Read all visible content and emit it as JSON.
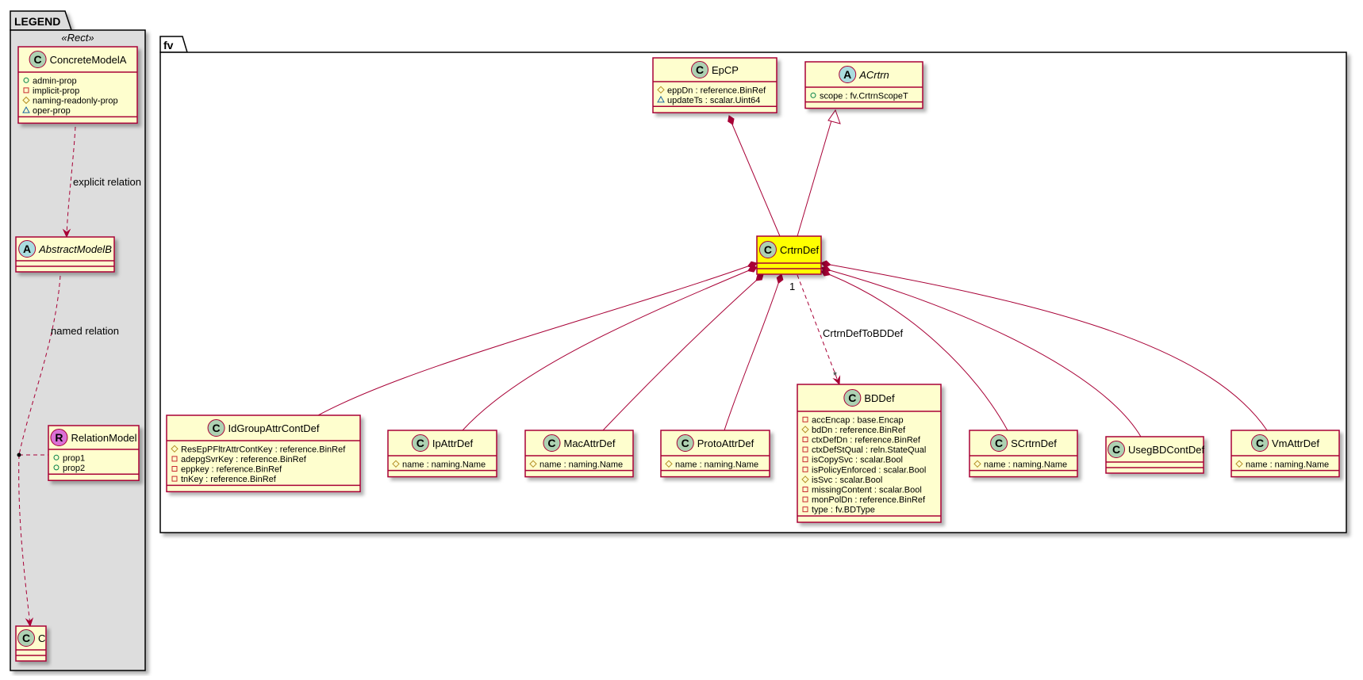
{
  "legend": {
    "package_name": "LEGEND",
    "stereotype": "«Rect»"
  },
  "package": {
    "name": "fv"
  },
  "colors": {
    "class_fill": "#FEFECE",
    "border": "#A80036",
    "highlight_fill": "#FFFF00",
    "legend_fill": "#DDDDDD",
    "class_icon": "#ADD1B2",
    "abstract_icon": "#A9DCDF",
    "relation_icon": "#DA70D6"
  },
  "classes": [
    {
      "id": "ConcreteModelA",
      "name": "ConcreteModelA",
      "kind": "C",
      "attributes": [
        {
          "vis": "public",
          "text": "admin-prop"
        },
        {
          "vis": "private",
          "text": "implicit-prop"
        },
        {
          "vis": "protected",
          "text": "naming-readonly-prop"
        },
        {
          "vis": "package",
          "text": "oper-prop"
        }
      ]
    },
    {
      "id": "AbstractModelB",
      "name": "AbstractModelB",
      "kind": "A",
      "italic": true,
      "attributes": []
    },
    {
      "id": "RelationModel",
      "name": "RelationModel",
      "kind": "R",
      "attributes": [
        {
          "vis": "public",
          "text": "prop1"
        },
        {
          "vis": "public",
          "text": "prop2"
        }
      ]
    },
    {
      "id": "C",
      "name": "C",
      "kind": "C",
      "attributes": []
    },
    {
      "id": "EpCP",
      "name": "EpCP",
      "kind": "C",
      "attributes": [
        {
          "vis": "protected",
          "text": "eppDn : reference.BinRef"
        },
        {
          "vis": "package",
          "text": "updateTs : scalar.Uint64"
        }
      ]
    },
    {
      "id": "ACrtrn",
      "name": "ACrtrn",
      "kind": "A",
      "italic": true,
      "attributes": [
        {
          "vis": "public",
          "text": "scope : fv.CrtrnScopeT"
        }
      ]
    },
    {
      "id": "CrtrnDef",
      "name": "CrtrnDef",
      "kind": "C",
      "highlight": true,
      "attributes": []
    },
    {
      "id": "IdGroupAttrContDef",
      "name": "IdGroupAttrContDef",
      "kind": "C",
      "attributes": [
        {
          "vis": "protected",
          "text": "ResEpPFltrAttrContKey : reference.BinRef"
        },
        {
          "vis": "private",
          "text": "adepgSvrKey : reference.BinRef"
        },
        {
          "vis": "private",
          "text": "eppkey : reference.BinRef"
        },
        {
          "vis": "private",
          "text": "tnKey : reference.BinRef"
        }
      ]
    },
    {
      "id": "IpAttrDef",
      "name": "IpAttrDef",
      "kind": "C",
      "attributes": [
        {
          "vis": "protected",
          "text": "name : naming.Name"
        }
      ]
    },
    {
      "id": "MacAttrDef",
      "name": "MacAttrDef",
      "kind": "C",
      "attributes": [
        {
          "vis": "protected",
          "text": "name : naming.Name"
        }
      ]
    },
    {
      "id": "ProtoAttrDef",
      "name": "ProtoAttrDef",
      "kind": "C",
      "attributes": [
        {
          "vis": "protected",
          "text": "name : naming.Name"
        }
      ]
    },
    {
      "id": "BDDef",
      "name": "BDDef",
      "kind": "C",
      "attributes": [
        {
          "vis": "private",
          "text": "accEncap : base.Encap"
        },
        {
          "vis": "protected",
          "text": "bdDn : reference.BinRef"
        },
        {
          "vis": "private",
          "text": "ctxDefDn : reference.BinRef"
        },
        {
          "vis": "private",
          "text": "ctxDefStQual : reln.StateQual"
        },
        {
          "vis": "private",
          "text": "isCopySvc : scalar.Bool"
        },
        {
          "vis": "private",
          "text": "isPolicyEnforced : scalar.Bool"
        },
        {
          "vis": "protected",
          "text": "isSvc : scalar.Bool"
        },
        {
          "vis": "private",
          "text": "missingContent : scalar.Bool"
        },
        {
          "vis": "private",
          "text": "monPolDn : reference.BinRef"
        },
        {
          "vis": "private",
          "text": "type : fv.BDType"
        }
      ]
    },
    {
      "id": "SCrtrnDef",
      "name": "SCrtrnDef",
      "kind": "C",
      "attributes": [
        {
          "vis": "protected",
          "text": "name : naming.Name"
        }
      ]
    },
    {
      "id": "UsegBDContDef",
      "name": "UsegBDContDef",
      "kind": "C",
      "attributes": []
    },
    {
      "id": "VmAttrDef",
      "name": "VmAttrDef",
      "kind": "C",
      "attributes": [
        {
          "vis": "protected",
          "text": "name : naming.Name"
        }
      ]
    }
  ],
  "relations": [
    {
      "id": "explicit",
      "from": "ConcreteModelA",
      "to": "AbstractModelB",
      "type": "dependency",
      "label": "explicit relation"
    },
    {
      "id": "named",
      "from": "AbstractModelB",
      "to": "C",
      "type": "association-class",
      "label": "named relation",
      "assoc": "RelationModel"
    },
    {
      "id": "epcp",
      "from": "EpCP",
      "to": "CrtrnDef",
      "type": "composition"
    },
    {
      "id": "acrtrn",
      "from": "ACrtrn",
      "to": "CrtrnDef",
      "type": "inheritance"
    },
    {
      "id": "idgroup",
      "from": "CrtrnDef",
      "to": "IdGroupAttrContDef",
      "type": "composition"
    },
    {
      "id": "ip",
      "from": "CrtrnDef",
      "to": "IpAttrDef",
      "type": "composition"
    },
    {
      "id": "mac",
      "from": "CrtrnDef",
      "to": "MacAttrDef",
      "type": "composition"
    },
    {
      "id": "proto",
      "from": "CrtrnDef",
      "to": "ProtoAttrDef",
      "type": "composition"
    },
    {
      "id": "bd",
      "from": "CrtrnDef",
      "to": "BDDef",
      "type": "dependency",
      "label": "CrtrnDefToBDDef",
      "from_mult": "1",
      "to_mult": "*"
    },
    {
      "id": "scrtrn",
      "from": "CrtrnDef",
      "to": "SCrtrnDef",
      "type": "composition"
    },
    {
      "id": "useg",
      "from": "CrtrnDef",
      "to": "UsegBDContDef",
      "type": "composition"
    },
    {
      "id": "vm",
      "from": "CrtrnDef",
      "to": "VmAttrDef",
      "type": "composition"
    }
  ]
}
